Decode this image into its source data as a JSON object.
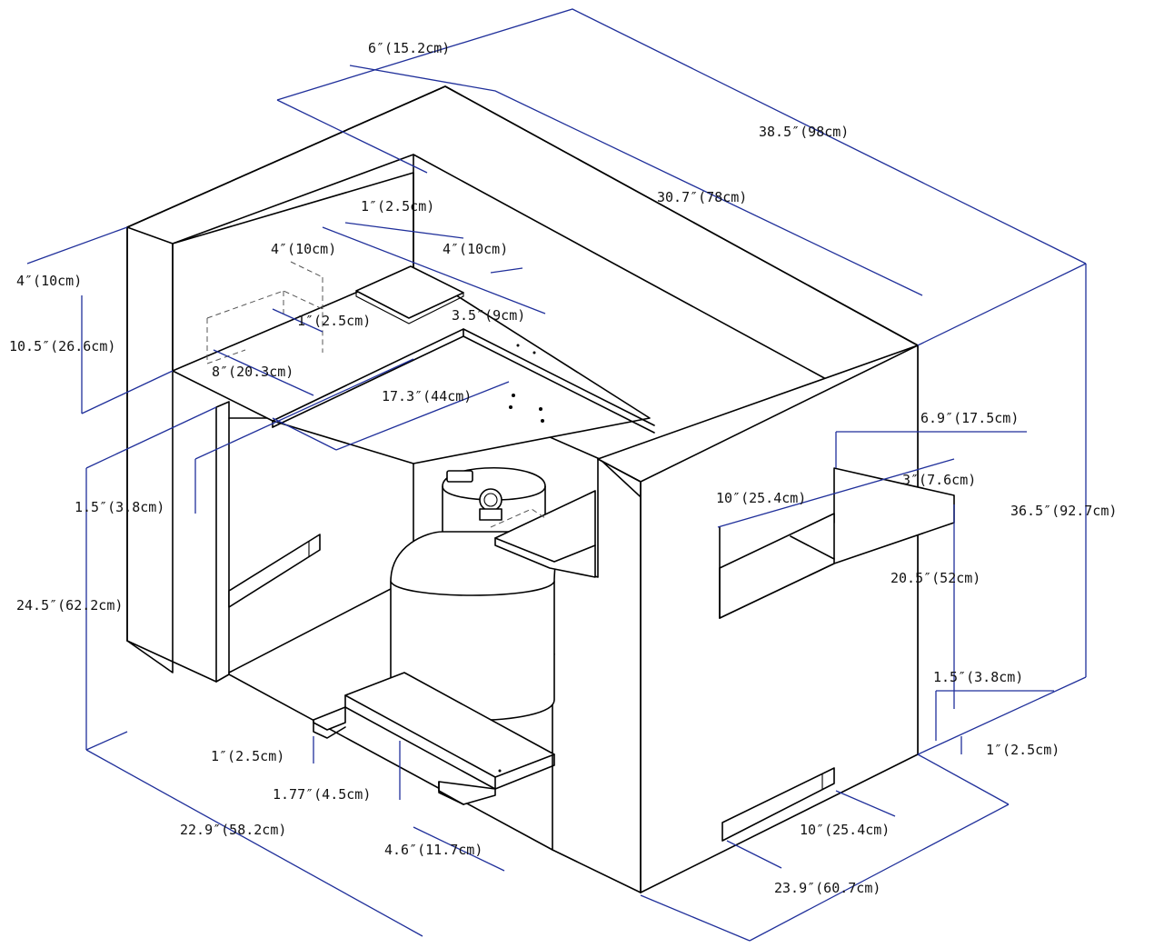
{
  "colors": {
    "line": "#000000",
    "dimension": "#1f2f9a",
    "text": "#111111",
    "background": "#ffffff"
  },
  "labels": {
    "top_offset": "6″(15.2cm)",
    "overall_length": "38.5″(98cm)",
    "back_panel_length": "30.7″(78cm)",
    "hole_gap": "1″(2.5cm)",
    "hole_width": "4″(10cm)",
    "hole_depth": "4″(10cm)",
    "side_hole": "4″(10cm)",
    "side_hole_height": "10.5″(26.6cm)",
    "shelf_gap": "1″(2.5cm)",
    "shelf_depth": "3.5″(9cm)",
    "shelf_width": "8″(20.3cm)",
    "shelf_length": "17.3″(44cm)",
    "lip_height": "1.5″(3.8cm)",
    "inner_height": "24.5″(62.2cm)",
    "vent_width": "6.9″(17.5cm)",
    "vent_height": "10″(25.4cm)",
    "vent_gap": "3″(7.6cm)",
    "side_height": "20.5″(52cm)",
    "overall_height": "36.5″(92.7cm)",
    "base_gap": "1.5″(3.8cm)",
    "base_lip": "1″(2.5cm)",
    "skid_height": "1″(2.5cm)",
    "pallet_height": "1.77″(4.5cm)",
    "overall_depth": "22.9″(58.2cm)",
    "door_gap": "4.6″(11.7cm)",
    "bottom_vent": "10″(25.4cm)",
    "overall_width": "23.9″(60.7cm)"
  }
}
